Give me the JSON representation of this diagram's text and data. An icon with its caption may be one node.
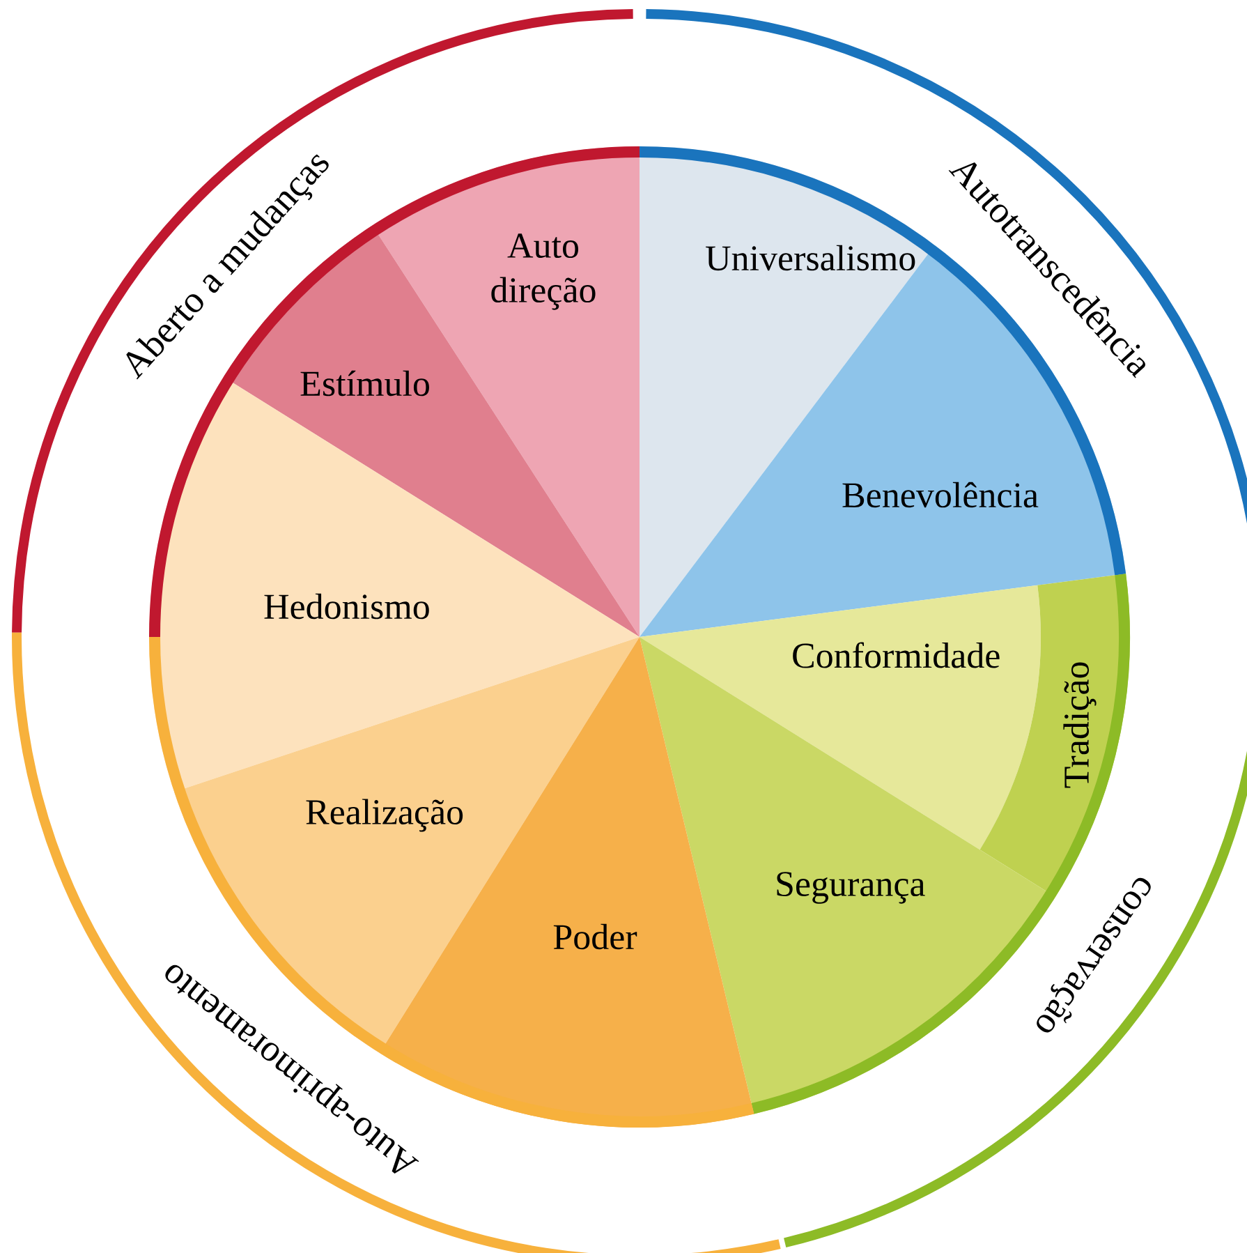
{
  "diagram": {
    "nodes": [
      {
        "text": [
          "Aberto a mudanças"
        ]
      },
      {
        "text": [
          "Autotranscedência"
        ]
      },
      {
        "text": [
          "conservação"
        ]
      },
      {
        "text": [
          "Auto-aprimoramento"
        ]
      },
      {
        "text": [
          "Auto direção"
        ]
      },
      {
        "text": [
          "Universalismo"
        ]
      },
      {
        "text": [
          "Estímulo"
        ]
      },
      {
        "text": [
          "Benevolência"
        ]
      },
      {
        "text": [
          "Hedonismo"
        ]
      },
      {
        "text": [
          "Conformidade"
        ]
      },
      {
        "text": [
          "Tradição"
        ]
      },
      {
        "text": [
          "Realização"
        ]
      },
      {
        "text": [
          "Segurança"
        ]
      },
      {
        "text": [
          "Poder"
        ]
      }
    ]
  }
}
